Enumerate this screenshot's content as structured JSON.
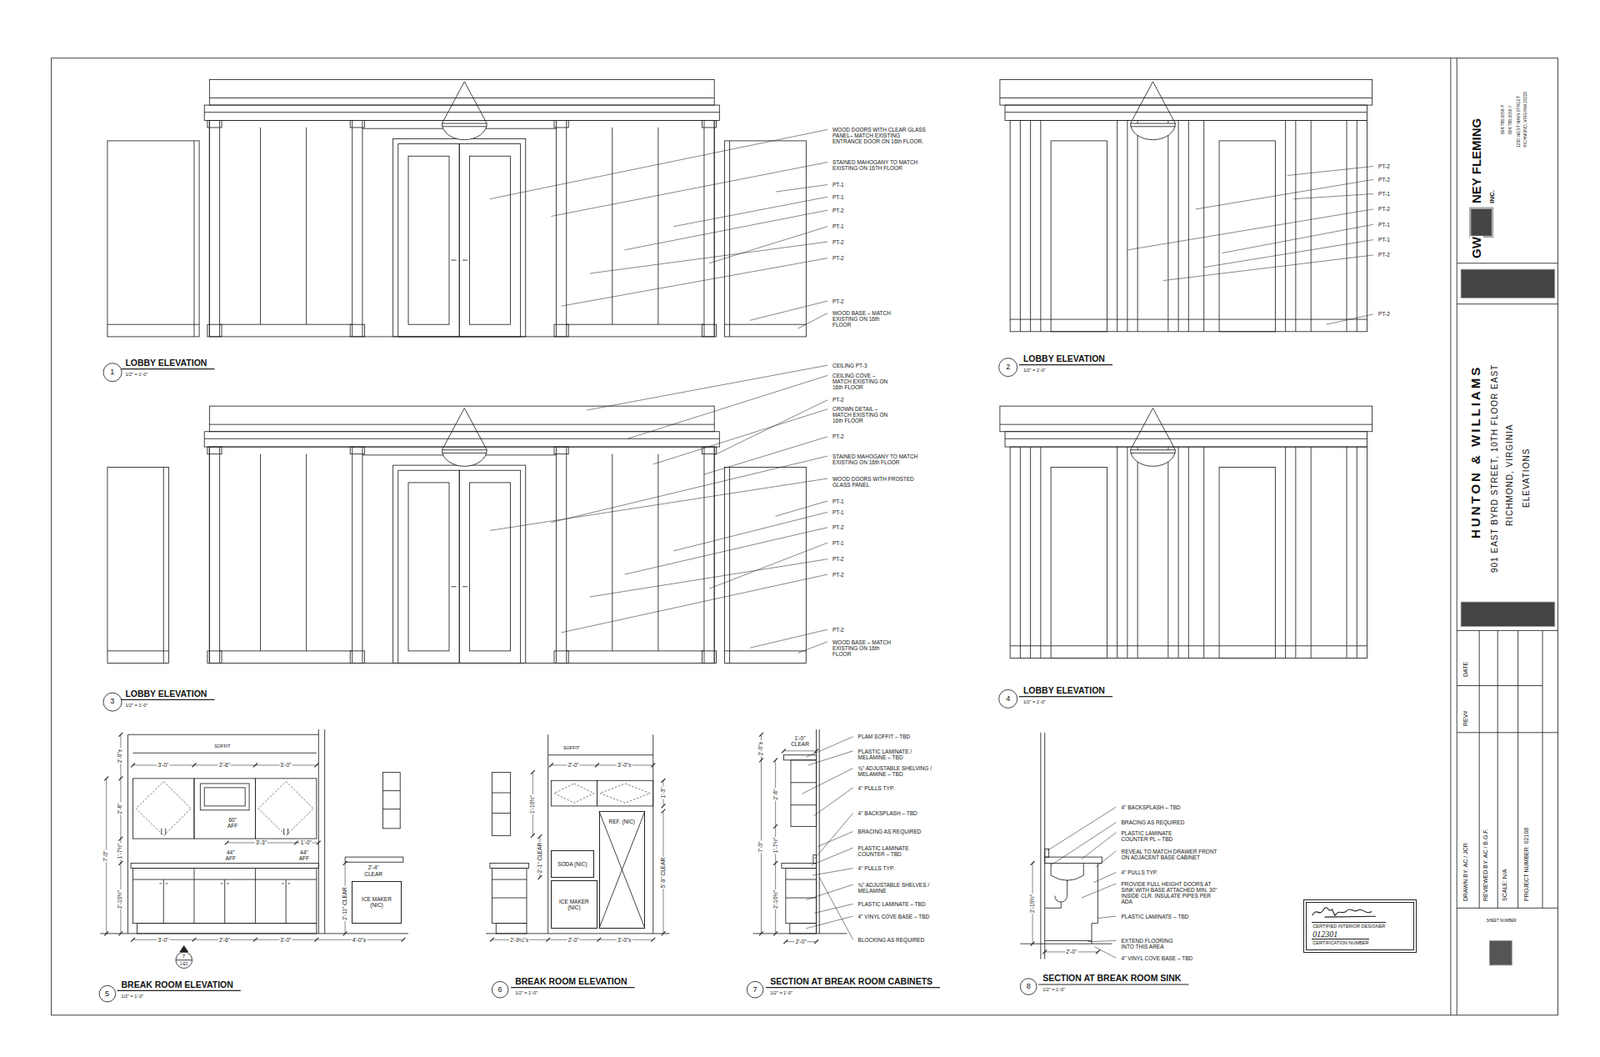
{
  "diagram": {
    "nodes": [
      {
        "text": [
          "ICE MAKER (NIC)"
        ]
      },
      {
        "text": [
          "SODA (NIC)"
        ]
      },
      {
        "text": [
          "ICE MAKER (NIC)"
        ]
      },
      {
        "text": [
          "REF. (NIC)"
        ]
      },
      {
        "text": [
          "CERTIFIED INTERIOR DESIGNER",
          "012301",
          "CERTIFICATION NUMBER"
        ]
      }
    ],
    "labels": [
      "GW",
      "NEY FLEMING",
      "INC.",
      "804.788.0059 P",
      "804.788.0055 F",
      "1230 WEST MAIN STREET",
      "RICHMOND, VIRGINIA 23220",
      "HUNTON & WILLIAMS",
      "901 EAST BYRD STREET, 10TH FLOOR EAST",
      "RICHMOND, VIRGINIA",
      "ELEVATIONS",
      "REV#",
      "DATE",
      "DRAWN BY: AC / JCR",
      "REVIEWED BY: AC / B.G.F.",
      "SCALE: N/A",
      "PROJECT NUMBER: 02108",
      "SHEET NUMBER",
      "1",
      "LOBBY ELEVATION",
      "1/2\" = 1'-0\"",
      "2",
      "LOBBY ELEVATION",
      "1/2\" = 1'-0\"",
      "3",
      "LOBBY ELEVATION",
      "1/2\" = 1'-0\"",
      "4",
      "LOBBY ELEVATION",
      "1/2\" = 1'-0\"",
      "5",
      "BREAK ROOM ELEVATION",
      "1/2\" = 1'-0\"",
      "6",
      "BREAK ROOM ELEVATION",
      "1/2\" = 1'-0\"",
      "7",
      "SECTION AT BREAK ROOM CABINETS",
      "1/2\" = 1'-0\"",
      "8",
      "SECTION AT BREAK ROOM SINK",
      "1/2\" = 1'-0\"",
      "WOOD DOORS WITH CLEAR GLASS PANEL– MATCH EXISTING ENTRANCE DOOR ON 16th FLOOR.",
      "STAINED MAHOGANY TO MATCH EXISTING ON 16TH FLOOR",
      "PT-1",
      "PT-1",
      "PT-2",
      "PT-1",
      "PT-2",
      "PT-2",
      "PT-2",
      "WOOD BASE – MATCH EXISTING ON 16th FLOOR",
      "PT-2",
      "PT-2",
      "PT-1",
      "PT-2",
      "PT-1",
      "PT-1",
      "PT-2",
      "PT-2",
      "CEILING PT-3",
      "CEILING COVE – MATCH EXISTING ON 16th FLOOR",
      "PT-2",
      "CROWN DETAIL – MATCH EXISTING ON 16th FLOOR",
      "PT-2",
      "STAINED MAHOGANY TO MATCH EXISTING ON 16th FLOOR",
      "WOOD DOORS WITH FROSTED GLASS PANEL",
      "PT-1",
      "PT-1",
      "PT-2",
      "PT-1",
      "PT-2",
      "PT-2",
      "PT-2",
      "WOOD BASE – MATCH EXISTING ON 16th FLOOR",
      "SOFFIT",
      "3'-0\"",
      "2'-6\"",
      "3'-0\"",
      "2'-0\"±",
      "2'-6\"",
      "1'-7½\"",
      "2'-10½\"",
      "7'-0\"",
      "60\" AFF",
      "3'-3\"",
      "1'-0\"",
      "44\" AFF",
      "44\" AFF",
      "2'-4\" CLEAR",
      "2'-11\" CLEAR",
      "3'-0\"",
      "2'-6\"",
      "3'-0\"",
      "4'-0\"±",
      "7",
      "1-E3",
      "SOFFIT",
      "2'-0\"",
      "3'-0\"±",
      "1'-10½\"",
      "1'-3\"",
      "2'-1\" CLEAR",
      "5'-9\" CLEAR",
      "2'-9¼\"±",
      "2'-0\"",
      "3'-0\"±",
      "1'-0\" CLEAR",
      "2'-0\"±",
      "2'-6\"",
      "7'-0\"",
      "1'-7½\"",
      "2'-10½\"",
      "2'-0\"",
      "PLAM SOFFIT – TBD",
      "PLASTIC LAMINATE / MELAMINE – TBD",
      "¾\" ADJUSTABLE SHELVING / MELAMINE – TBD",
      "4\" PULLS TYP.",
      "4\" BACKSPLASH – TBD",
      "BRACING AS REQUIRED",
      "PLASTIC LAMINATE COUNTER – TBD",
      "4\" PULLS TYP.",
      "¾\" ADJUSTABLE SHELVES / MELAMINE",
      "PLASTIC LAMINATE – TBD",
      "4\" VINYL COVE BASE – TBD",
      "BLOCKING AS REQUIRED",
      "2'-10½\"",
      "2'-0\"",
      "4\" BACKSPLASH – TBD",
      "BRACING AS REQUIRED",
      "PLASTIC LAMINATE COUNTER PL – TBD",
      "REVEAL TO MATCH DRAWER FRONT ON ADJACENT BASE CABINET",
      "4\" PULLS TYP.",
      "PROVIDE FULL HEIGHT DOORS AT SINK WITH BASE ATTACHED MIN. 30\" INSIDE CLR. INSULATE PIPES PER ADA",
      "PLASTIC LAMINATE – TBD",
      "EXTEND FLOORING INTO THIS AREA",
      "4\" VINYL COVE BASE – TBD"
    ]
  }
}
